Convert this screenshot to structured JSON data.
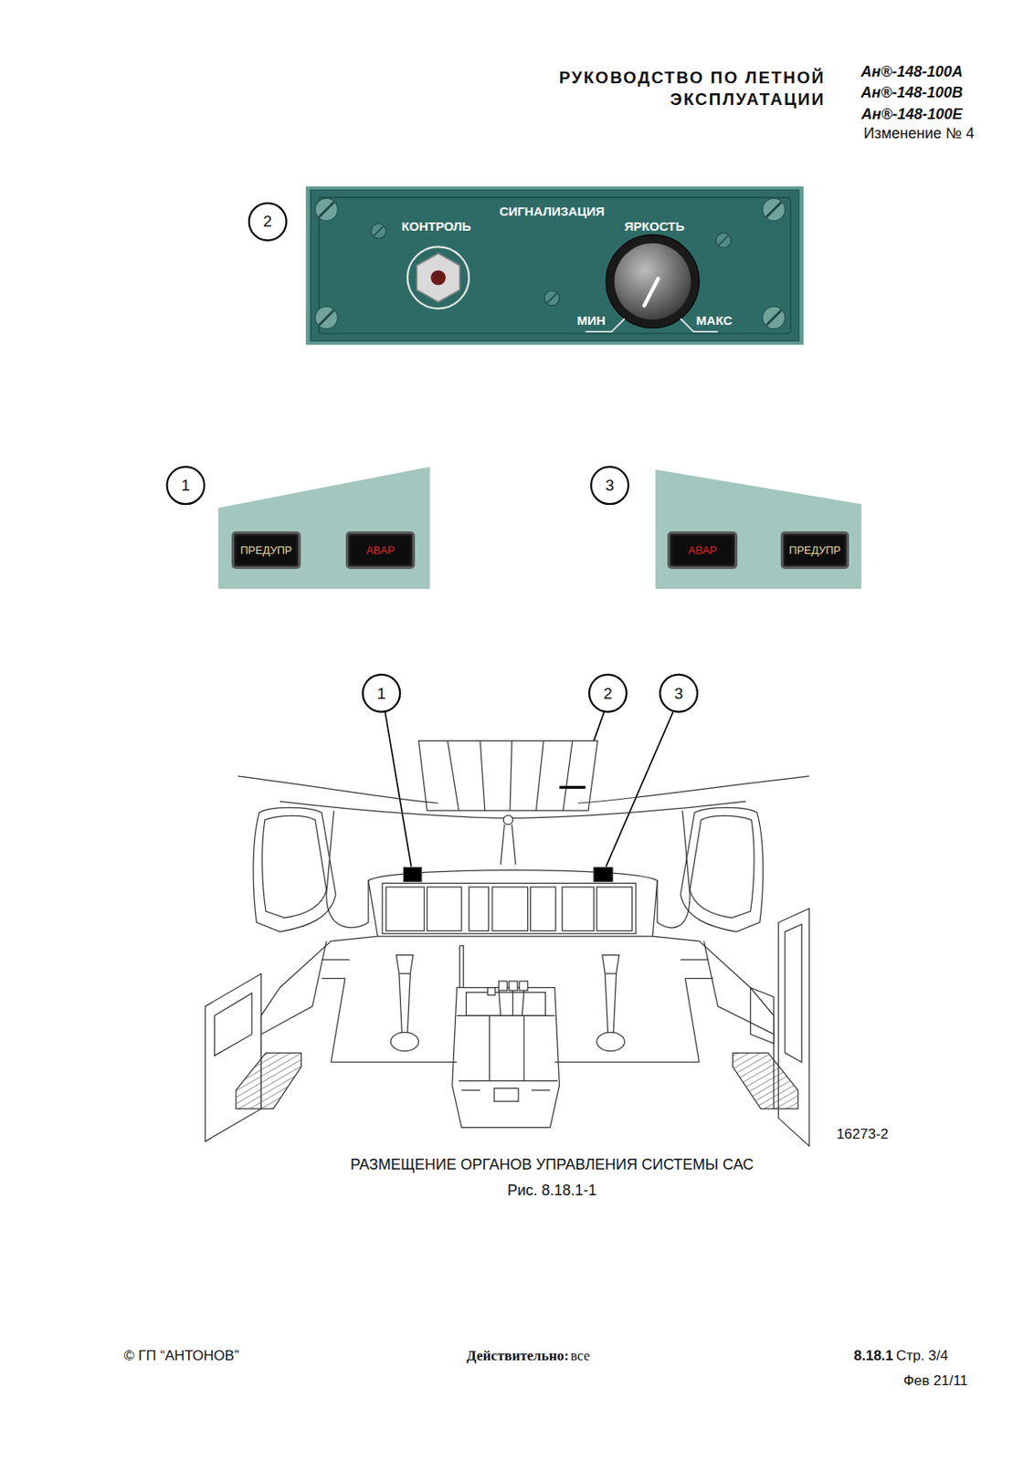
{
  "diagram": {
    "title": "РУКОВОДСТВО ПО ЛЕТНОЙ ЭКСПЛУАТАЦИИ",
    "caption": "РАЗМЕЩЕНИЕ ОРГАНОВ УПРАВЛЕНИЯ СИСТЕМЫ САС",
    "nodes": [
      {
        "text": [
          "СИГНАЛИЗАЦИЯ",
          "КОНТРОЛЬ",
          "ЯРКОСТЬ",
          "МИН",
          "МАКС"
        ]
      },
      {
        "text": [
          "ПРЕДУПР"
        ]
      },
      {
        "text": [
          "АВАР"
        ]
      },
      {
        "text": [
          "АВАР"
        ]
      },
      {
        "text": [
          "ПРЕДУПР"
        ]
      }
    ],
    "labels": [
      "Ан®-148-100А",
      "Ан®-148-100В",
      "Ан®-148-100Е",
      "Изменение № 4",
      "2",
      "1",
      "3",
      "1",
      "2",
      "3",
      "16273-2",
      "Рис. 8.18.1-1",
      "© ГП “АНТОНОВ”",
      "Действительно:",
      "все",
      "8.18.1",
      "Стр. 3/4",
      "Фев 21/11"
    ]
  }
}
